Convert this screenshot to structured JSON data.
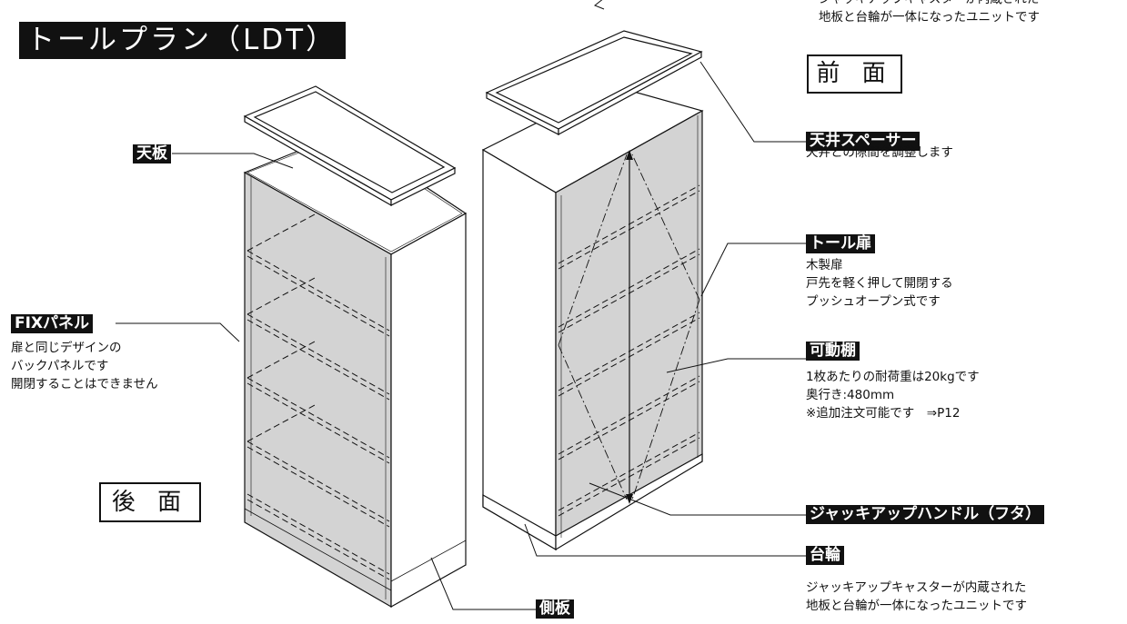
{
  "title": "トールプラン（LDT）",
  "view_labels": {
    "back": "後 面",
    "front": "前 面"
  },
  "callouts": {
    "tenita": {
      "label": "天板"
    },
    "fix_panel": {
      "label": "FIXパネル",
      "lines": [
        "扉と同じデザインの",
        "バックパネルです",
        "開閉することはできません"
      ]
    },
    "sokuita": {
      "label": "側板"
    },
    "spacer": {
      "label": "天井スペーサー",
      "lines": [
        "天井との隙間を調整します"
      ]
    },
    "tall_door": {
      "label": "トール扉",
      "lines": [
        "木製扉",
        "戸先を軽く押して開閉する",
        "プッシュオープン式です"
      ]
    },
    "shelf": {
      "label": "可動棚",
      "lines": [
        "1枚あたりの耐荷重は20kgです",
        "奥行き:480mm",
        "※追加注文可能です　⇒P12"
      ]
    },
    "jack_handle": {
      "label": "ジャッキアップハンドル（フタ）"
    },
    "base": {
      "label": "台輪",
      "lines": [
        "ジャッキアップキャスターが内蔵された",
        "地板と台輪が一体になったユニットです"
      ]
    }
  },
  "cut_off_top": {
    "lines": [
      "ジャッキアップキャスターが内蔵された",
      "地板と台輪が一体になったユニットです"
    ]
  }
}
